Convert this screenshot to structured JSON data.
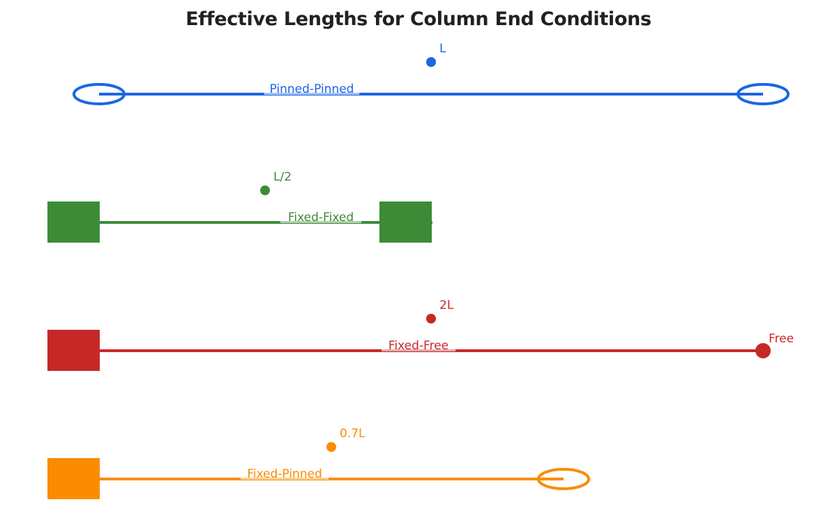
{
  "title": "Effective Lengths for Column End Conditions",
  "columns": [
    {
      "name": "Pinned-Pinned",
      "factor": "L",
      "color": "#1a66e6",
      "left_end": "pinned",
      "right_end": "pinned",
      "length_ratio": 1.0
    },
    {
      "name": "Fixed-Fixed",
      "factor": "L/2",
      "color": "#3d8b37",
      "left_end": "fixed",
      "right_end": "fixed",
      "length_ratio": 0.5
    },
    {
      "name": "Fixed-Free",
      "factor": "2L",
      "color": "#c62828",
      "left_end": "fixed",
      "right_end": "free",
      "right_label": "Free",
      "length_ratio": 1.0
    },
    {
      "name": "Fixed-Pinned",
      "factor": "0.7L",
      "color": "#fb8c00",
      "left_end": "fixed",
      "right_end": "pinned",
      "length_ratio": 0.7
    }
  ]
}
